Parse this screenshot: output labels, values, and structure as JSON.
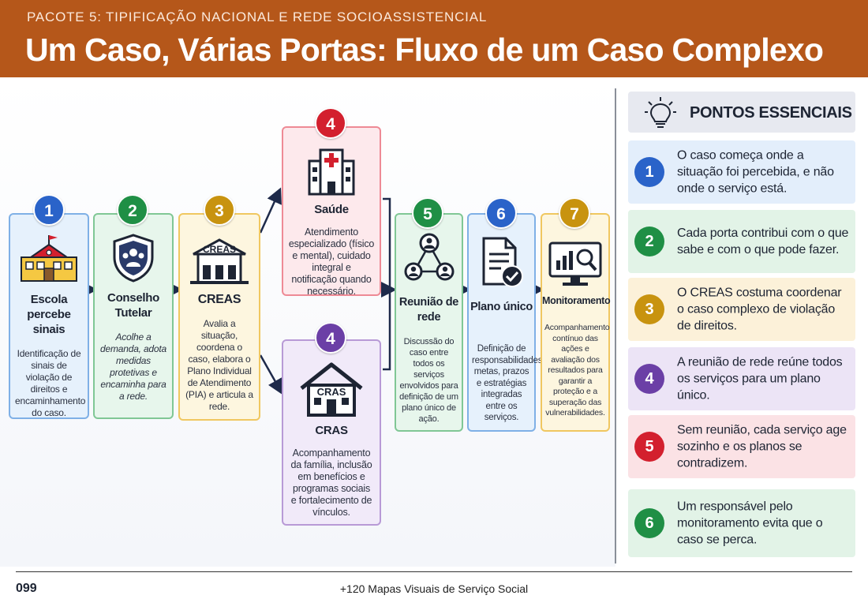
{
  "header": {
    "pack": "PACOTE 5: TIPIFICAÇÃO NACIONAL E REDE SOCIOASSISTENCIAL",
    "title": "Um Caso, Várias Portas: Fluxo de um Caso Complexo"
  },
  "flow": [
    {
      "num": "1",
      "name": "Escola percebe sinais",
      "desc": "Identificação de sinais de violação de direitos e encaminhamento do caso.",
      "icon": "school-icon",
      "color": "#2a63c9"
    },
    {
      "num": "2",
      "name": "Conselho Tutelar",
      "desc": "Acolhe a demanda, adota medidas protetivas e encaminha para a rede.",
      "icon": "shield-people-icon",
      "color": "#1f8f45"
    },
    {
      "num": "3",
      "name": "CREAS",
      "icon_label": "CREAS",
      "desc": "Avalia a situação, coordena o caso, elabora o Plano Individual de Atendimento (PIA) e articula a rede.",
      "icon": "building-icon",
      "color": "#c8930f"
    },
    {
      "num": "4",
      "name": "Saúde",
      "desc": "Atendimento especializado (físico e mental), cuidado integral e notificação quando necessário.",
      "icon": "hospital-icon",
      "color": "#d3202e"
    },
    {
      "num": "4",
      "name": "CRAS",
      "icon_label": "CRAS",
      "desc": "Acompanhamento da família, inclusão em benefícios e programas sociais e fortalecimento de vínculos.",
      "icon": "house-icon",
      "color": "#6b3fa6"
    },
    {
      "num": "5",
      "name": "Reunião de rede",
      "desc": "Discussão do caso entre todos os serviços envolvidos para definição de um plano único de ação.",
      "icon": "network-icon",
      "color": "#1f8f45"
    },
    {
      "num": "6",
      "name": "Plano único",
      "desc": "Definição de responsabilidades, metas, prazos e estratégias integradas entre os serviços.",
      "icon": "document-check-icon",
      "color": "#2a63c9"
    },
    {
      "num": "7",
      "name": "Monitoramento",
      "desc": "Acompanhamento contínuo das ações e avaliação dos resultados para garantir a proteção e a superação das vulnerabilidades.",
      "icon": "monitor-search-icon",
      "color": "#c8930f"
    }
  ],
  "side": {
    "title": "PONTOS ESSENCIAIS",
    "points": [
      {
        "num": "1",
        "text": "O caso começa onde a situação foi percebida, e não onde o serviço está.",
        "color": "#2a63c9"
      },
      {
        "num": "2",
        "text": "Cada porta contribui com o que sabe e com o que pode fazer.",
        "color": "#1f8f45"
      },
      {
        "num": "3",
        "text": "O CREAS costuma coordenar o caso complexo de violação de direitos.",
        "color": "#c8930f"
      },
      {
        "num": "4",
        "text": "A reunião de rede reúne todos os serviços para um plano único.",
        "color": "#6b3fa6"
      },
      {
        "num": "5",
        "text": "Sem reunião, cada serviço age sozinho e os planos se contradizem.",
        "color": "#d3202e"
      },
      {
        "num": "6",
        "text": "Um responsável pelo monitoramento evita que o caso se perca.",
        "color": "#1f8f45"
      }
    ]
  },
  "footer": {
    "page": "099",
    "book": "+120 Mapas Visuais de Serviço Social"
  }
}
